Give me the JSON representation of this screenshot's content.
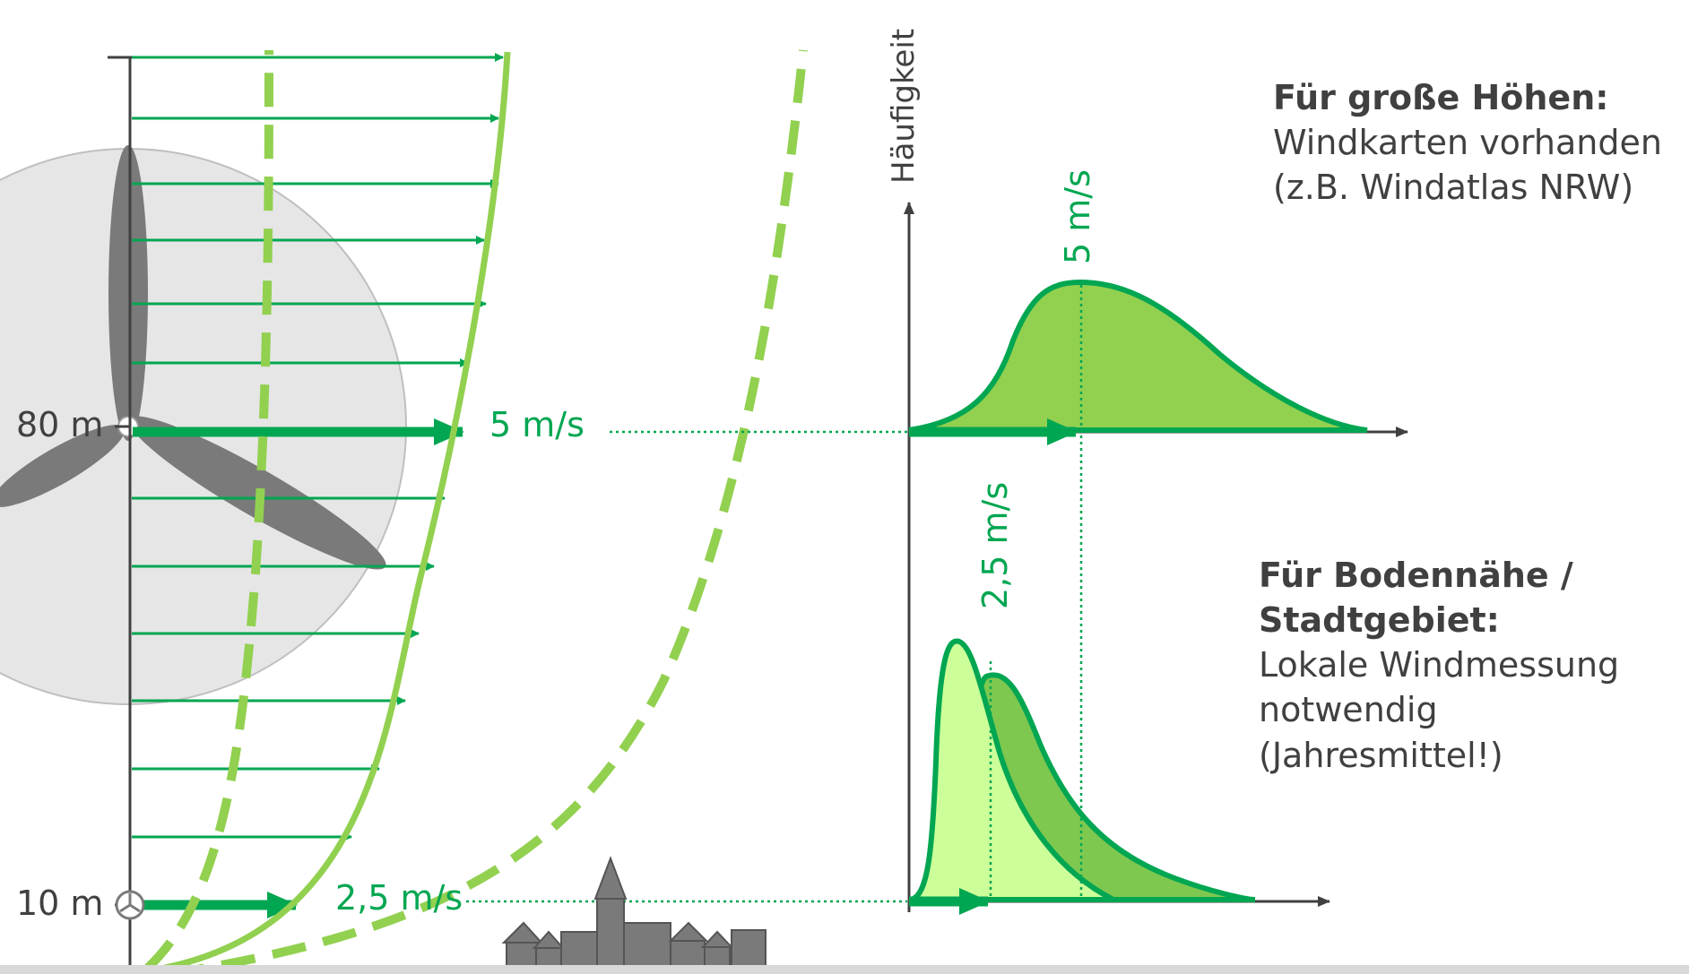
{
  "heights": {
    "top": "80 m",
    "bottom": "10 m"
  },
  "speeds": {
    "high": "5 m/s",
    "low": "2,5 m/s"
  },
  "distribution": {
    "y_axis_label": "Häufigkeit",
    "peak_high_label": "5 m/s",
    "peak_low_label": "2,5 m/s"
  },
  "notes": {
    "high": {
      "heading": "Für große Höhen:",
      "lines": [
        "Windkarten vorhanden",
        "(z.B. Windatlas NRW)"
      ]
    },
    "low": {
      "heading_lines": [
        "Für Bodennähe /",
        "Stadtgebiet:"
      ],
      "lines": [
        "Lokale Windmessung",
        "notwendig",
        "(Jahresmittel!)"
      ]
    }
  },
  "colors": {
    "light_green": "#92d050",
    "dark_green": "#00a651",
    "pale_green": "#ccff99",
    "mid_green": "#7ec850",
    "gray": "#7a7a7a",
    "axis": "#404040"
  },
  "icons": [
    "wind-turbine-icon",
    "small-turbine-icon",
    "town-icon"
  ]
}
